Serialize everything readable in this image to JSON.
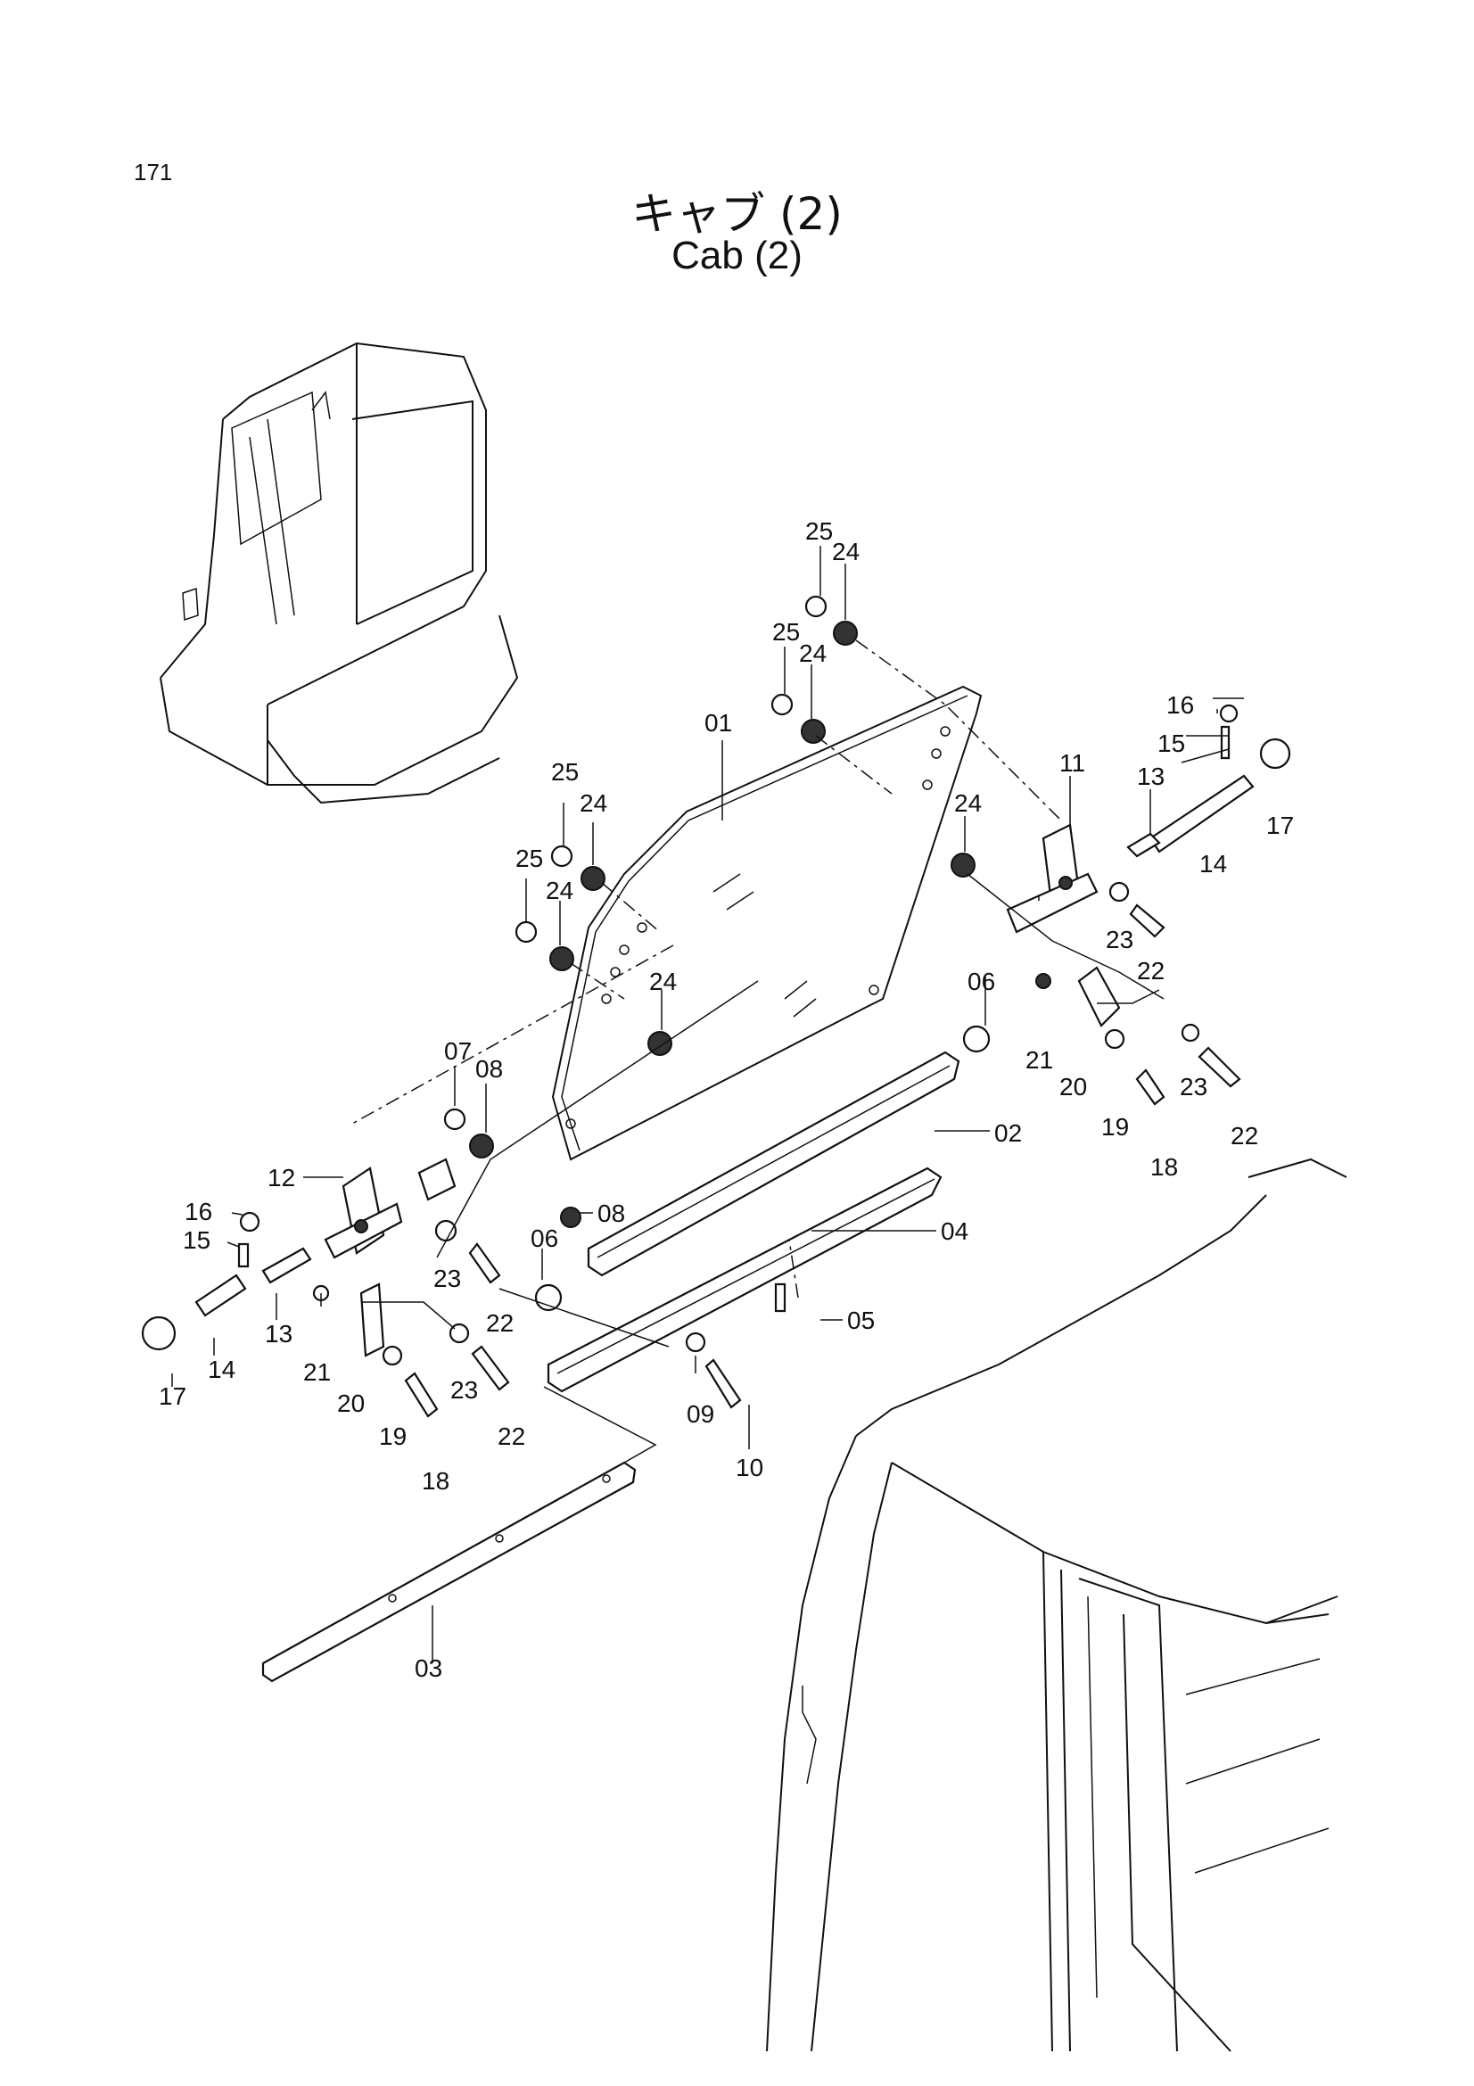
{
  "page_number": "171",
  "title_jp": "キャブ (2)",
  "title_en": "Cab (2)",
  "callouts": {
    "01": "01",
    "02": "02",
    "03": "03",
    "04": "04",
    "05": "05",
    "06": "06",
    "07": "07",
    "08": "08",
    "09": "09",
    "10": "10",
    "11": "11",
    "12": "12",
    "13": "13",
    "14": "14",
    "15": "15",
    "16": "16",
    "17": "17",
    "18": "18",
    "19": "19",
    "20": "20",
    "21": "21",
    "22": "22",
    "23": "23",
    "24": "24",
    "25": "25"
  }
}
